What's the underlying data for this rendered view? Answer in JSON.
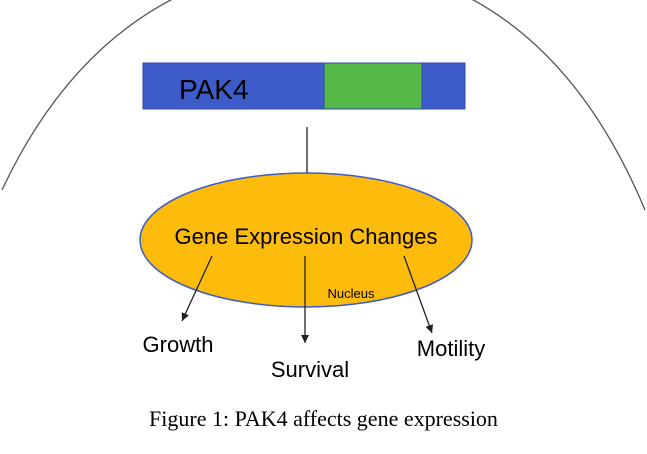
{
  "diagram": {
    "protein_label": "PAK4",
    "center_label": "Gene Expression Changes",
    "compartment_label": "Nucleus",
    "outcomes": {
      "growth": "Growth",
      "survival": "Survival",
      "motility": "Motility"
    }
  },
  "caption": "Figure 1: PAK4 affects gene expression",
  "colors": {
    "protein_bar": "#3d5cc9",
    "kinase_domain": "#55b847",
    "nucleus_fill": "#fdbb0b",
    "outline": "#444444",
    "text": "#000000"
  }
}
